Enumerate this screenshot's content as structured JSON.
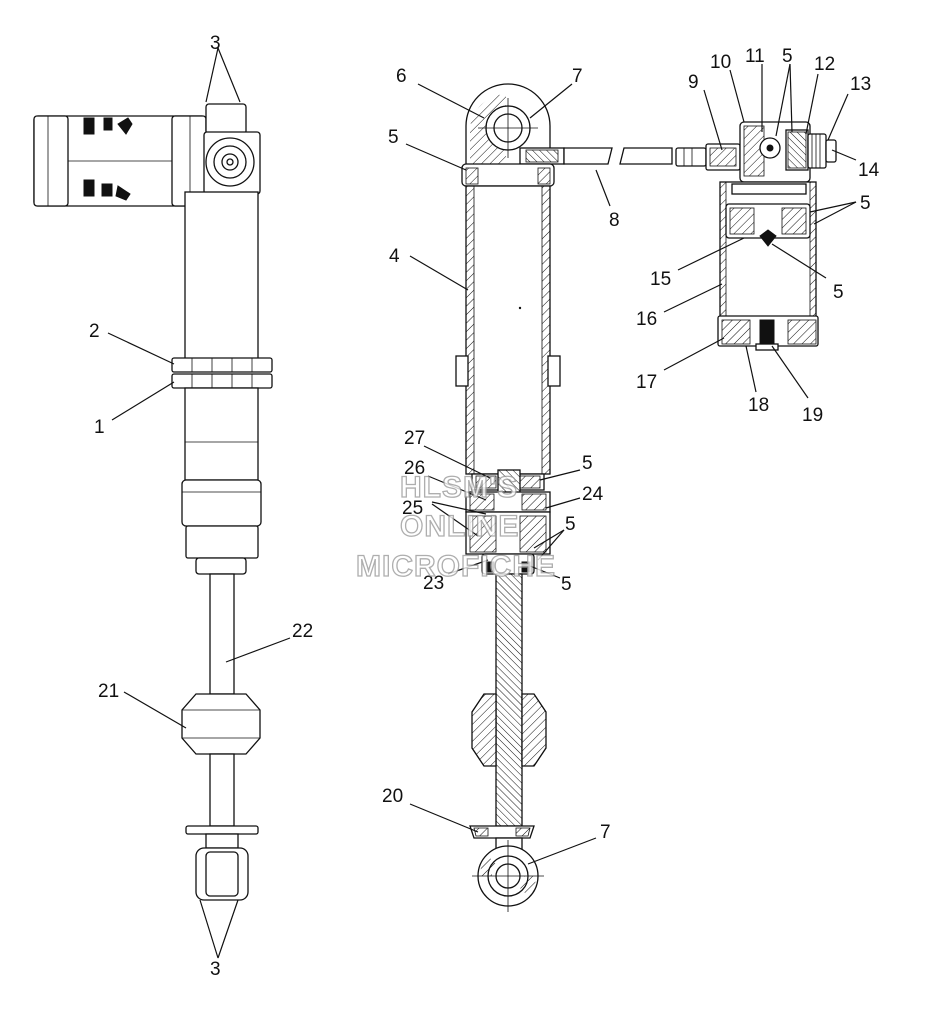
{
  "diagram": {
    "callouts": [
      "1",
      "2",
      "3",
      "4",
      "5",
      "6",
      "7",
      "8",
      "9",
      "10",
      "11",
      "12",
      "13",
      "14",
      "15",
      "16",
      "17",
      "18",
      "19",
      "20",
      "21",
      "22",
      "23",
      "24",
      "25",
      "26",
      "27"
    ],
    "watermark": [
      "HLSM'S",
      "ONLINE",
      "MICROFICHE"
    ]
  }
}
